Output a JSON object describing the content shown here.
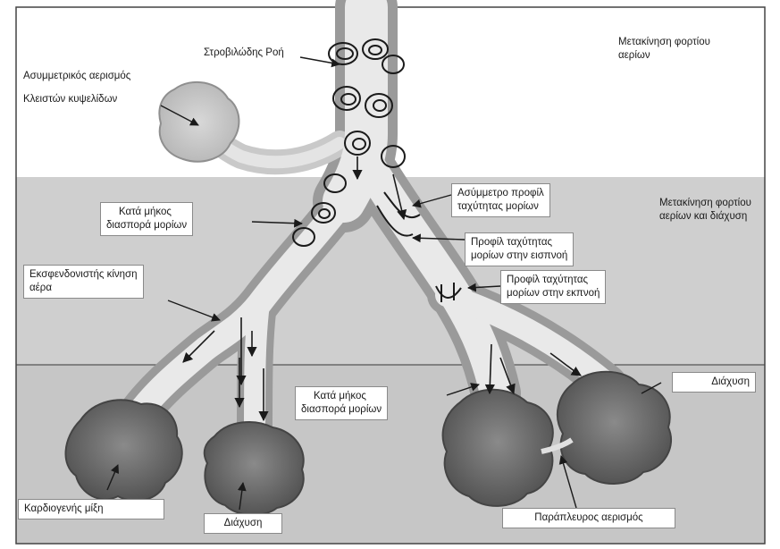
{
  "labels": {
    "turbulent_flow": "Στροβιλώδης Ροή",
    "convective_bulk": [
      "Μετακίνηση φορτίου",
      "αερίων"
    ],
    "asymmetric_ventilation": [
      "Ασυμμετρικός αερισμός",
      "Κλειστών κυψελίδων"
    ],
    "longitudinal_dispersion_upper": [
      "Κατά μήκος",
      "διασπορά μορίων"
    ],
    "asymmetric_velocity_profile": [
      "Ασύμμετρο προφίλ",
      "ταχύτητας μορίων"
    ],
    "convective_diffusion": [
      "Μετακίνηση φορτίου",
      "αερίων και διάχυση"
    ],
    "velocity_profile_inspiration": [
      "Προφίλ ταχύτητας",
      "μορίων στην εισπνοή"
    ],
    "velocity_profile_expiration": [
      "Προφίλ ταχύτητας",
      "μορίων στην εκπνοή"
    ],
    "swirling_motion": [
      "Εκσφενδονιστής κίνηση",
      "αέρα"
    ],
    "longitudinal_dispersion_lower": [
      "Κατά μήκος",
      "διασπορά μορίων"
    ],
    "diffusion_right": "Διάχυση",
    "cardiogenic_mixing": "Καρδιογενής μίξη",
    "diffusion_bottom": "Διάχυση",
    "collateral_ventilation": "Παράπλευρος αερισμός"
  },
  "colors": {
    "upper_background": "#ffffff",
    "middle_band": "#cfcfcf",
    "lower_band": "#c4c4c4",
    "airway_wall": "#9a9a9a",
    "airway_lumen": "#e9e9e9",
    "alveolus": "#6f6f6f",
    "ink": "#1a1a1a"
  },
  "icons": [
    "trachea",
    "bronchi",
    "alveolar-sac",
    "vortex-swirl",
    "flow-arrow"
  ]
}
